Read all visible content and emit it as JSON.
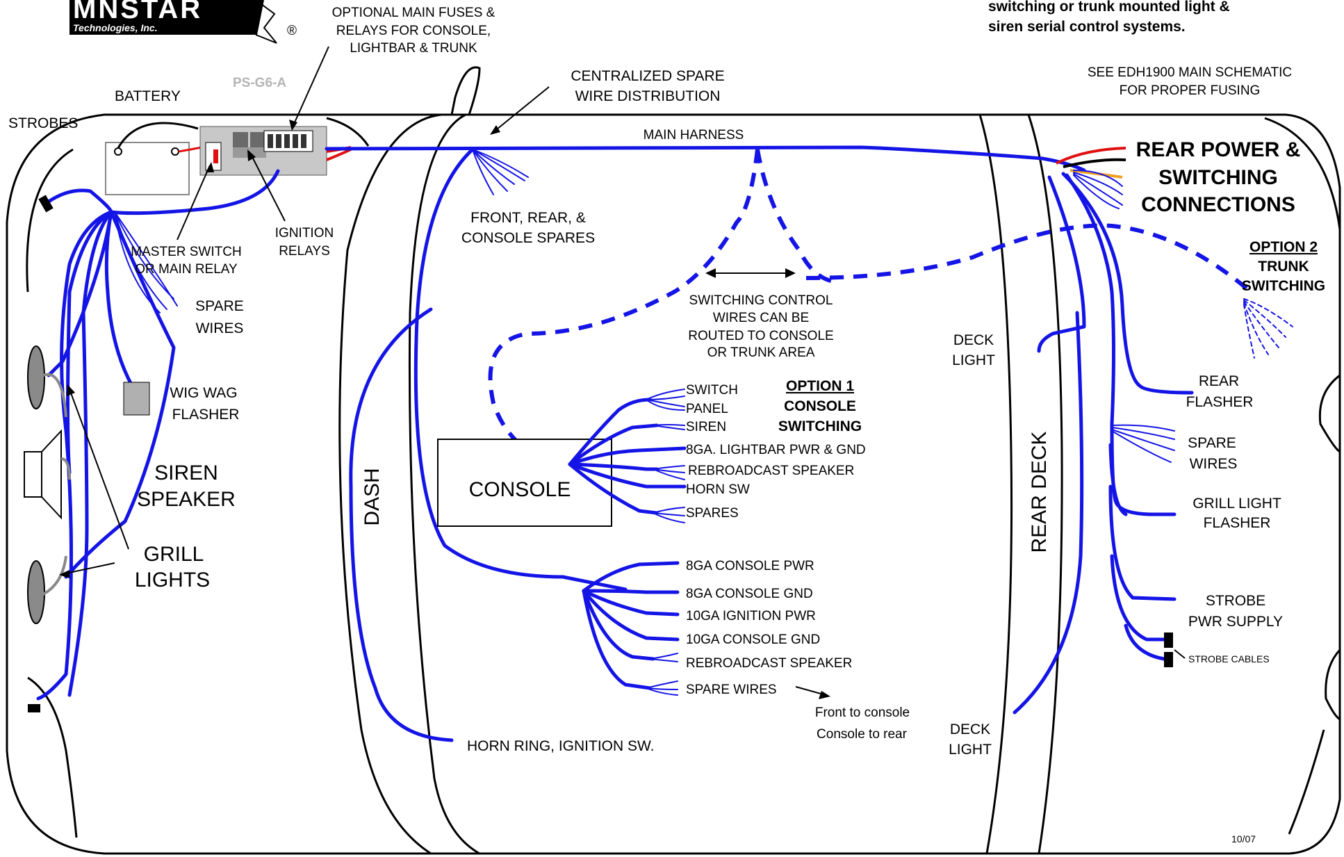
{
  "logo": {
    "brand": "MNSTAR",
    "sub": "Technologies, Inc.",
    "reg": "®"
  },
  "note_top_right": [
    "switching or trunk mounted light &",
    "siren serial control systems."
  ],
  "see_note": [
    "SEE EDH1900 MAIN SCHEMATIC",
    "FOR PROPER FUSING"
  ],
  "labels": {
    "optional_fuses": [
      "OPTIONAL MAIN FUSES &",
      "RELAYS FOR CONSOLE,",
      "LIGHTBAR & TRUNK"
    ],
    "part_no": "PS-G6-A",
    "battery": "BATTERY",
    "strobes": "STROBES",
    "centralized": [
      "CENTRALIZED SPARE",
      "WIRE DISTRIBUTION"
    ],
    "main_harness": "MAIN HARNESS",
    "rear_power": [
      "REAR POWER &",
      "SWITCHING",
      "CONNECTIONS"
    ],
    "option2": [
      "OPTION 2",
      "TRUNK",
      "SWITCHING"
    ],
    "ignition_relays": [
      "IGNITION",
      "RELAYS"
    ],
    "master_switch": [
      "MASTER SWITCH",
      "OR MAIN RELAY"
    ],
    "front_rear_spares": [
      "FRONT, REAR, &",
      "CONSOLE SPARES"
    ],
    "spare_wires_left": [
      "SPARE",
      "WIRES"
    ],
    "switching_control": [
      "SWITCHING CONTROL",
      "WIRES CAN BE",
      "ROUTED TO CONSOLE",
      "OR TRUNK AREA"
    ],
    "deck_light_top": [
      "DECK",
      "LIGHT"
    ],
    "wig_wag": [
      "WIG WAG",
      "FLASHER"
    ],
    "siren_speaker": [
      "SIREN",
      "SPEAKER"
    ],
    "grill_lights": [
      "GRILL",
      "LIGHTS"
    ],
    "dash": "DASH",
    "console": "CONSOLE",
    "rear_deck": "REAR DECK",
    "option1": [
      "OPTION 1",
      "CONSOLE",
      "SWITCHING"
    ],
    "rear_flasher": [
      "REAR",
      "FLASHER"
    ],
    "spare_wires_right": [
      "SPARE",
      "WIRES"
    ],
    "grill_light_flasher": [
      "GRILL LIGHT",
      "FLASHER"
    ],
    "strobe_pwr": [
      "STROBE",
      "PWR SUPPLY"
    ],
    "strobe_cables": "STROBE CABLES",
    "front_to_console": [
      "Front to console",
      "Console to rear"
    ],
    "deck_light_bottom": [
      "DECK",
      "LIGHT"
    ],
    "horn_ring": "HORN RING, IGNITION SW.",
    "date": "10/07"
  },
  "console_wires_upper": [
    "SWITCH",
    "PANEL",
    "SIREN",
    "8GA. LIGHTBAR PWR & GND",
    "REBROADCAST SPEAKER",
    "HORN SW",
    "SPARES"
  ],
  "console_wires_lower": [
    "8GA CONSOLE PWR",
    "8GA CONSOLE GND",
    "10GA IGNITION PWR",
    "10GA CONSOLE GND",
    "REBROADCAST SPEAKER",
    "SPARE WIRES"
  ],
  "colors": {
    "wire": "#1414e6",
    "power": "#e01010",
    "ground": "#000000",
    "accent": "#f0a020",
    "outline": "#000000"
  }
}
